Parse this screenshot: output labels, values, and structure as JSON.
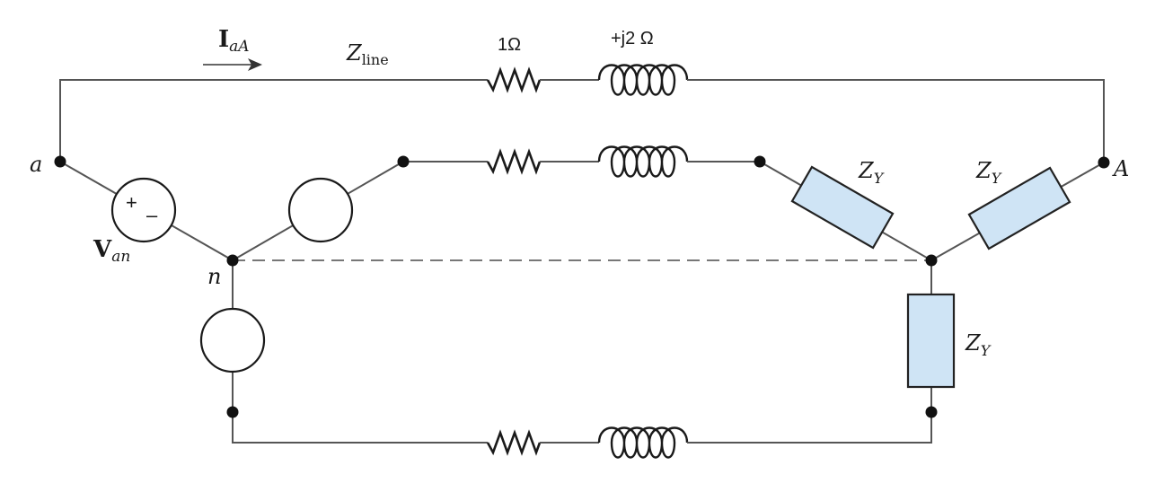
{
  "labels": {
    "current": {
      "main": "I",
      "sub": "aA"
    },
    "line_impedance": {
      "main": "Z",
      "sub": "line"
    },
    "resistor_value": "1Ω",
    "inductor_value": "+j2 Ω",
    "node_a": "a",
    "node_A": "A",
    "node_n": "n",
    "source_voltage": {
      "main": "V",
      "sub": "an"
    },
    "polarity_plus": "+",
    "polarity_minus": "–",
    "load_impedance": {
      "main": "Z",
      "sub": "Y"
    }
  }
}
